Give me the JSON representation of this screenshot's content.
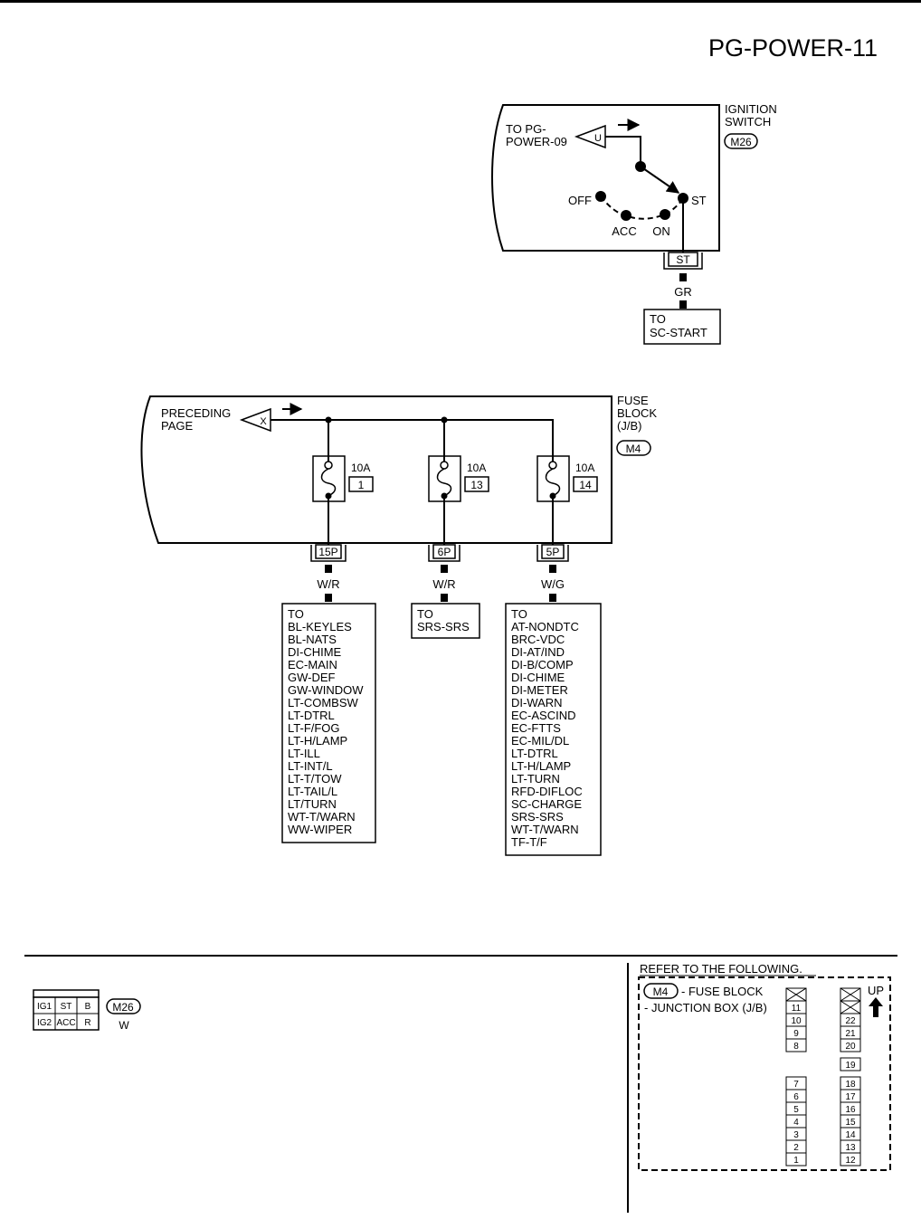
{
  "page_id": "PG-POWER-11",
  "ignition": {
    "title_lines": [
      "IGNITION",
      "SWITCH"
    ],
    "connector": "M26",
    "to_ref_lines": [
      "TO PG-",
      "POWER-09"
    ],
    "arrow_label": "U",
    "positions": {
      "off": "OFF",
      "acc": "ACC",
      "on": "ON",
      "st": "ST"
    },
    "terminal": "ST",
    "wire": "GR",
    "dest_lines": [
      "TO",
      "SC-START"
    ]
  },
  "fuse_block": {
    "title_lines": [
      "FUSE",
      "BLOCK",
      "(J/B)"
    ],
    "connector": "M4",
    "preceding_lines": [
      "PRECEDING",
      "PAGE"
    ],
    "arrow_label": "X",
    "fuses": [
      {
        "rating": "10A",
        "number": "1",
        "terminal": "15P",
        "wire": "W/R",
        "dest": [
          "TO",
          "BL-KEYLES",
          "BL-NATS",
          "DI-CHIME",
          "EC-MAIN",
          "GW-DEF",
          "GW-WINDOW",
          "LT-COMBSW",
          "LT-DTRL",
          "LT-F/FOG",
          "LT-H/LAMP",
          "LT-ILL",
          "LT-INT/L",
          "LT-T/TOW",
          "LT-TAIL/L",
          "LT/TURN",
          "WT-T/WARN",
          "WW-WIPER"
        ]
      },
      {
        "rating": "10A",
        "number": "13",
        "terminal": "6P",
        "wire": "W/R",
        "dest": [
          "TO",
          "SRS-SRS"
        ]
      },
      {
        "rating": "10A",
        "number": "14",
        "terminal": "5P",
        "wire": "W/G",
        "dest": [
          "TO",
          "AT-NONDTC",
          "BRC-VDC",
          "DI-AT/IND",
          "DI-B/COMP",
          "DI-CHIME",
          "DI-METER",
          "DI-WARN",
          "EC-ASCIND",
          "EC-FTTS",
          "EC-MIL/DL",
          "LT-DTRL",
          "LT-H/LAMP",
          "LT-TURN",
          "RFD-DIFLOC",
          "SC-CHARGE",
          "SRS-SRS",
          "WT-T/WARN",
          "TF-T/F"
        ]
      }
    ]
  },
  "connector_m26": {
    "top_row": [
      "IG1",
      "ST",
      "B"
    ],
    "bottom_row": [
      "IG2",
      "ACC",
      "R"
    ],
    "id": "M26",
    "color": "W"
  },
  "refer": {
    "heading": "REFER TO THE FOLLOWING.",
    "connector": "M4",
    "line1": "- FUSE BLOCK",
    "line2": "- JUNCTION BOX (J/B)",
    "up": "UP",
    "left_upper": [
      "X",
      "11",
      "10",
      "9",
      "8"
    ],
    "left_lower": [
      "7",
      "6",
      "5",
      "4",
      "3",
      "2",
      "1"
    ],
    "right_upper": [
      "X",
      "X",
      "22",
      "21",
      "20"
    ],
    "right_mid": "19",
    "right_lower": [
      "18",
      "17",
      "16",
      "15",
      "14",
      "13",
      "12"
    ]
  }
}
